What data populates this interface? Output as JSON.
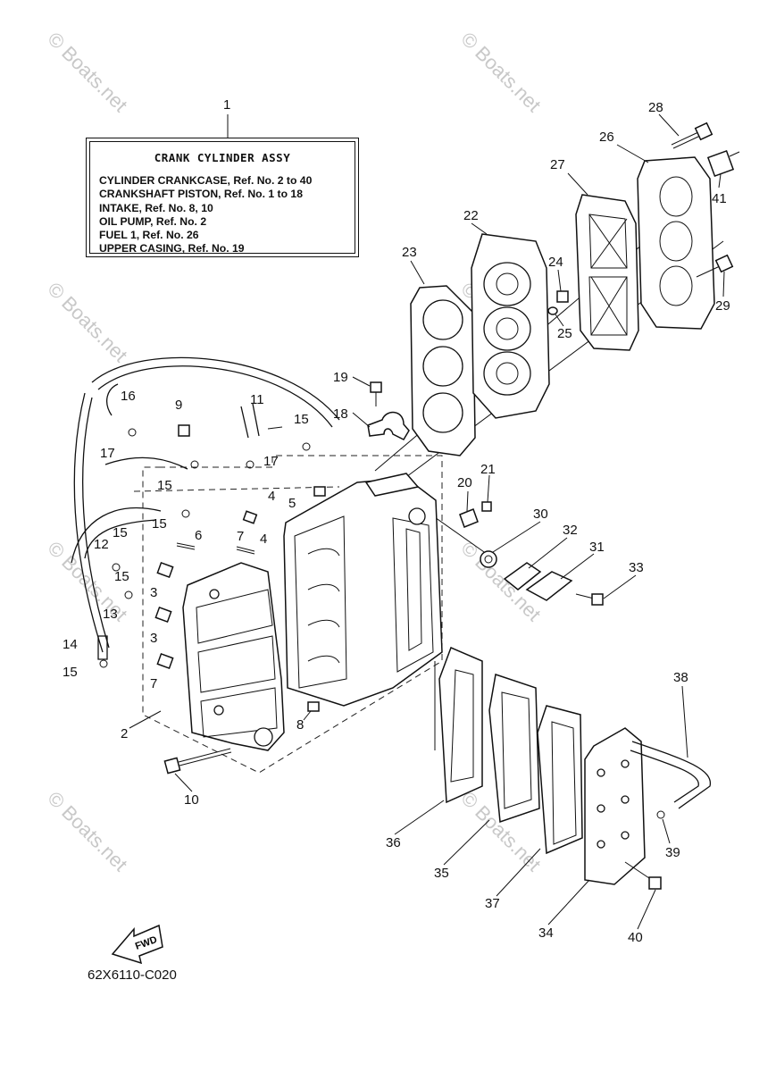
{
  "info_box": {
    "title": "CRANK CYLINDER ASSY",
    "lines": [
      "CYLINDER CRANKCASE,  Ref. No. 2 to 40",
      "CRANKSHAFT PISTON,  Ref. No. 1 to 18",
      "INTAKE,  Ref. No. 8, 10",
      "OIL PUMP,   Ref. No. 2",
      "FUEL 1,   Ref. No. 26",
      "UPPER CASING,  Ref. No. 19"
    ]
  },
  "callouts": {
    "c1": "1",
    "c2": "2",
    "c3a": "3",
    "c3b": "3",
    "c4a": "4",
    "c4b": "4",
    "c5": "5",
    "c6": "6",
    "c7a": "7",
    "c7b": "7",
    "c8": "8",
    "c9": "9",
    "c10": "10",
    "c11": "11",
    "c12": "12",
    "c13": "13",
    "c14": "14",
    "c15a": "15",
    "c15b": "15",
    "c15c": "15",
    "c15d": "15",
    "c15e": "15",
    "c15f": "15",
    "c16": "16",
    "c17a": "17",
    "c17b": "17",
    "c18": "18",
    "c19": "19",
    "c20": "20",
    "c21": "21",
    "c22": "22",
    "c23": "23",
    "c24": "24",
    "c25": "25",
    "c26": "26",
    "c27": "27",
    "c28": "28",
    "c29": "29",
    "c30": "30",
    "c31": "31",
    "c32": "32",
    "c33": "33",
    "c34": "34",
    "c35": "35",
    "c36": "36",
    "c37": "37",
    "c38": "38",
    "c39": "39",
    "c40": "40",
    "c41": "41"
  },
  "fwd_label": "FWD",
  "diagram_code": "62X6110-C020",
  "watermark": "© Boats.net"
}
